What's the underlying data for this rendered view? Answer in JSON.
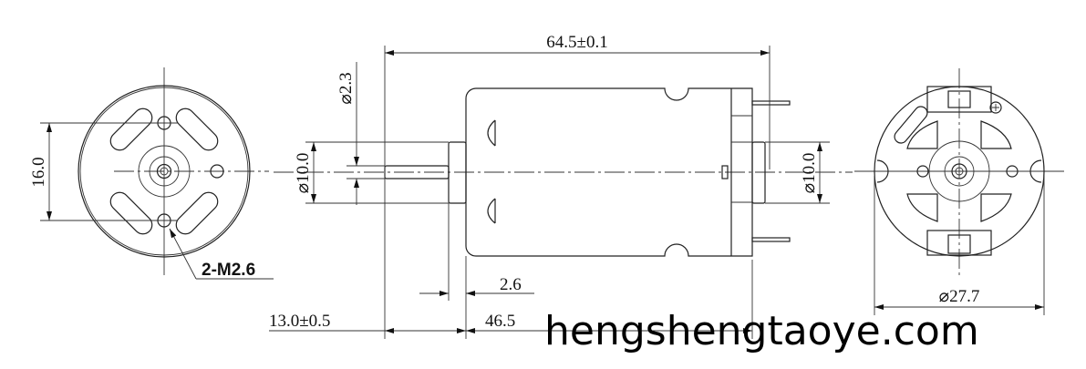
{
  "drawing": {
    "front_view": {
      "mount_spacing": "16.0",
      "mount_thread": "2-M2.6"
    },
    "side_view": {
      "overall_length": "64.5±0.1",
      "shaft_diameter": "⌀2.3",
      "front_boss_diameter": "⌀10.0",
      "rear_boss_diameter": "⌀10.0",
      "boss_thickness": "2.6",
      "shaft_length": "13.0±0.5",
      "body_length": "46.5"
    },
    "rear_view": {
      "body_diameter": "⌀27.7"
    },
    "watermark": "hengshengtaoye.com"
  }
}
